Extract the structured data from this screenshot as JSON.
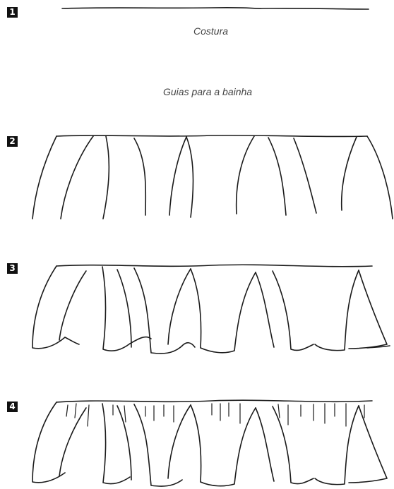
{
  "steps": [
    {
      "number": "1",
      "caption": "Costura"
    },
    {
      "number": "2"
    },
    {
      "number": "3"
    },
    {
      "number": "4"
    }
  ],
  "guide_caption": "Guias para a bainha",
  "ink_color": "#1a1a1a"
}
